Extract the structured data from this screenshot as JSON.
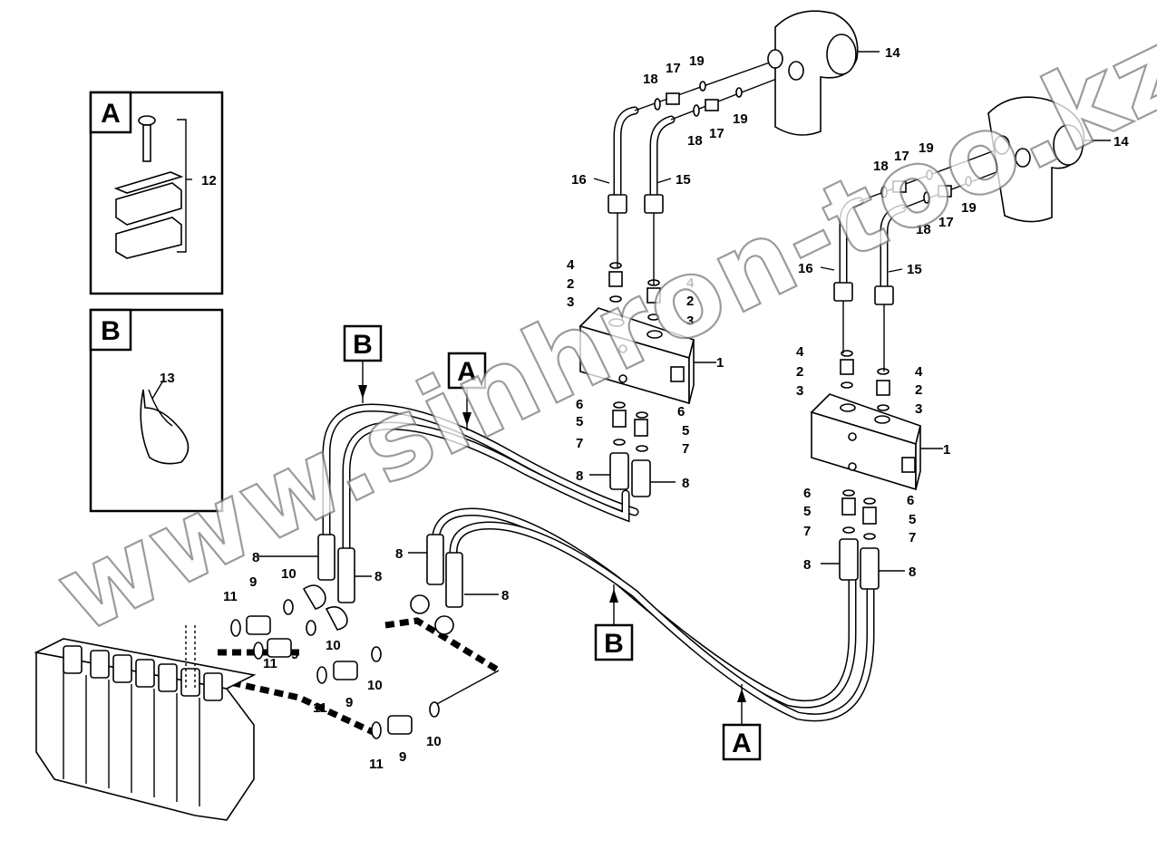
{
  "callout_boxes": {
    "a": "A",
    "b": "B"
  },
  "section_labels": {
    "a": "A",
    "b": "B"
  },
  "part_labels": {
    "p1": "1",
    "p2": "2",
    "p3": "3",
    "p4": "4",
    "p5": "5",
    "p6": "6",
    "p7": "7",
    "p8": "8",
    "p9": "9",
    "p10": "10",
    "p11": "11",
    "p12": "12",
    "p13": "13",
    "p14": "14",
    "p15": "15",
    "p16": "16",
    "p17": "17",
    "p18": "18",
    "p19": "19"
  },
  "watermark": "www.sinhron-too.kz"
}
